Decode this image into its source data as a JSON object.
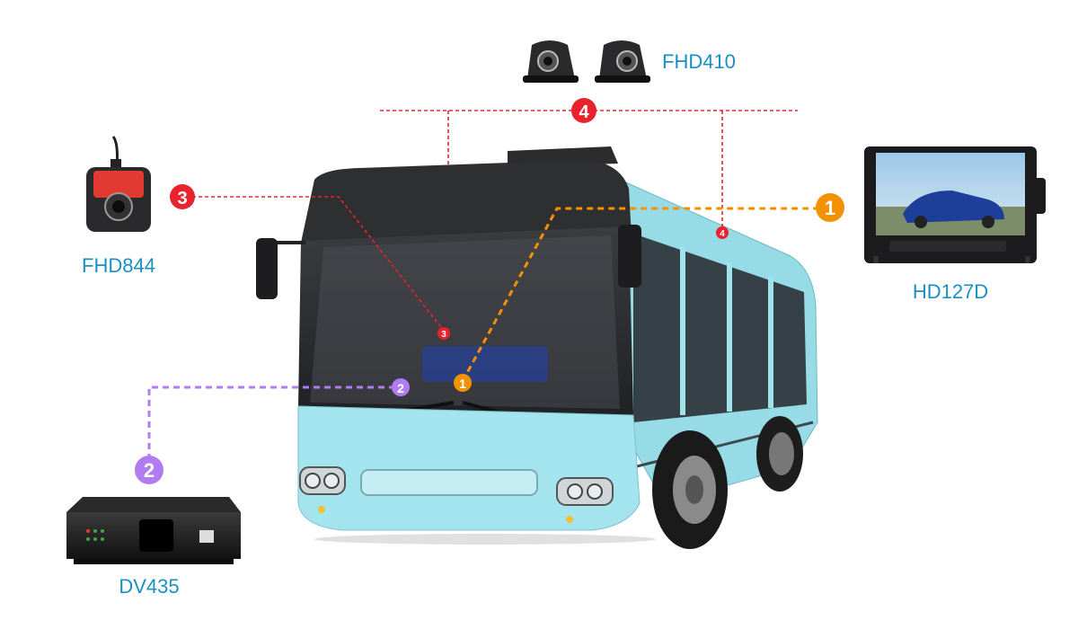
{
  "colors": {
    "label_blue": "#1a8fc4",
    "link_red": "#e8232e",
    "link_orange": "#f39200",
    "link_purple": "#b07cf0",
    "bus_body": "#9fe2ec",
    "bus_dark": "#2c2c2e"
  },
  "products": {
    "fhd410": {
      "label": "FHD410",
      "icon": "side-mount-camera"
    },
    "fhd844": {
      "label": "FHD844",
      "icon": "windshield-camera"
    },
    "hd127d": {
      "label": "HD127D",
      "icon": "monitor"
    },
    "dv435": {
      "label": "DV435",
      "icon": "mobile-dvr"
    }
  },
  "connections": [
    {
      "number": "1",
      "product": "HD127D",
      "color": "orange"
    },
    {
      "number": "2",
      "product": "DV435",
      "color": "purple"
    },
    {
      "number": "3",
      "product": "FHD844",
      "color": "red"
    },
    {
      "number": "4",
      "product": "FHD410",
      "color": "red"
    }
  ]
}
